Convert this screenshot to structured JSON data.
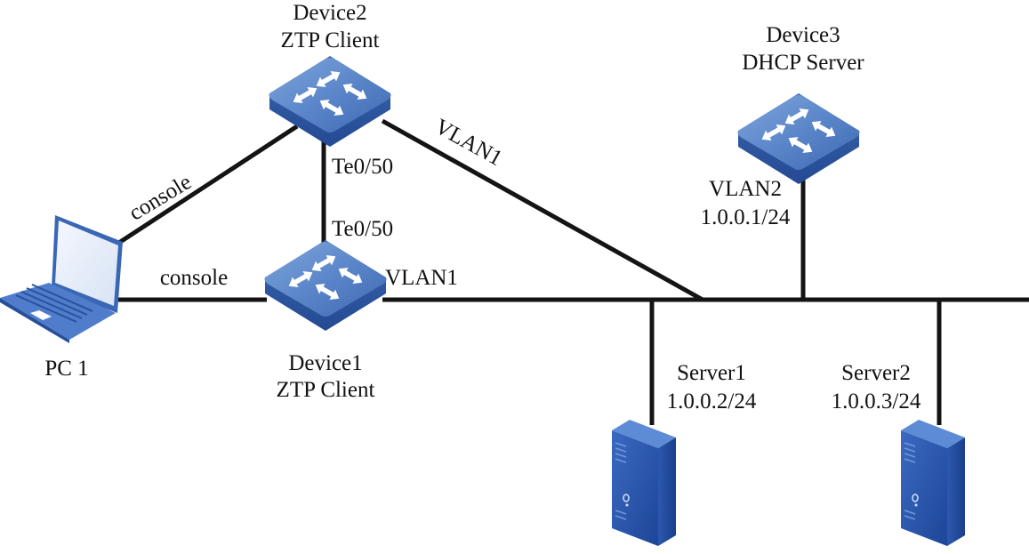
{
  "diagram": {
    "type": "network-topology",
    "nodes": {
      "device2": {
        "name": "Device2",
        "role": "ZTP Client",
        "kind": "switch"
      },
      "device1": {
        "name": "Device1",
        "role": "ZTP Client",
        "kind": "switch"
      },
      "device3": {
        "name": "Device3",
        "role": "DHCP Server",
        "kind": "switch"
      },
      "pc1": {
        "name": "PC 1",
        "kind": "laptop"
      },
      "server1": {
        "name": "Server1",
        "ip": "1.0.0.2/24",
        "kind": "server"
      },
      "server2": {
        "name": "Server2",
        "ip": "1.0.0.3/24",
        "kind": "server"
      }
    },
    "links": {
      "pc_d2": {
        "label": "console"
      },
      "pc_d1": {
        "label": "console"
      },
      "d2_d1": {
        "label_a": "Te0/50",
        "label_b": "Te0/50"
      },
      "d2_bus": {
        "label": "VLAN1"
      },
      "d1_bus": {
        "label": "VLAN1"
      },
      "d3_bus": {
        "label": "VLAN2",
        "ip": "1.0.0.1/24"
      }
    }
  }
}
